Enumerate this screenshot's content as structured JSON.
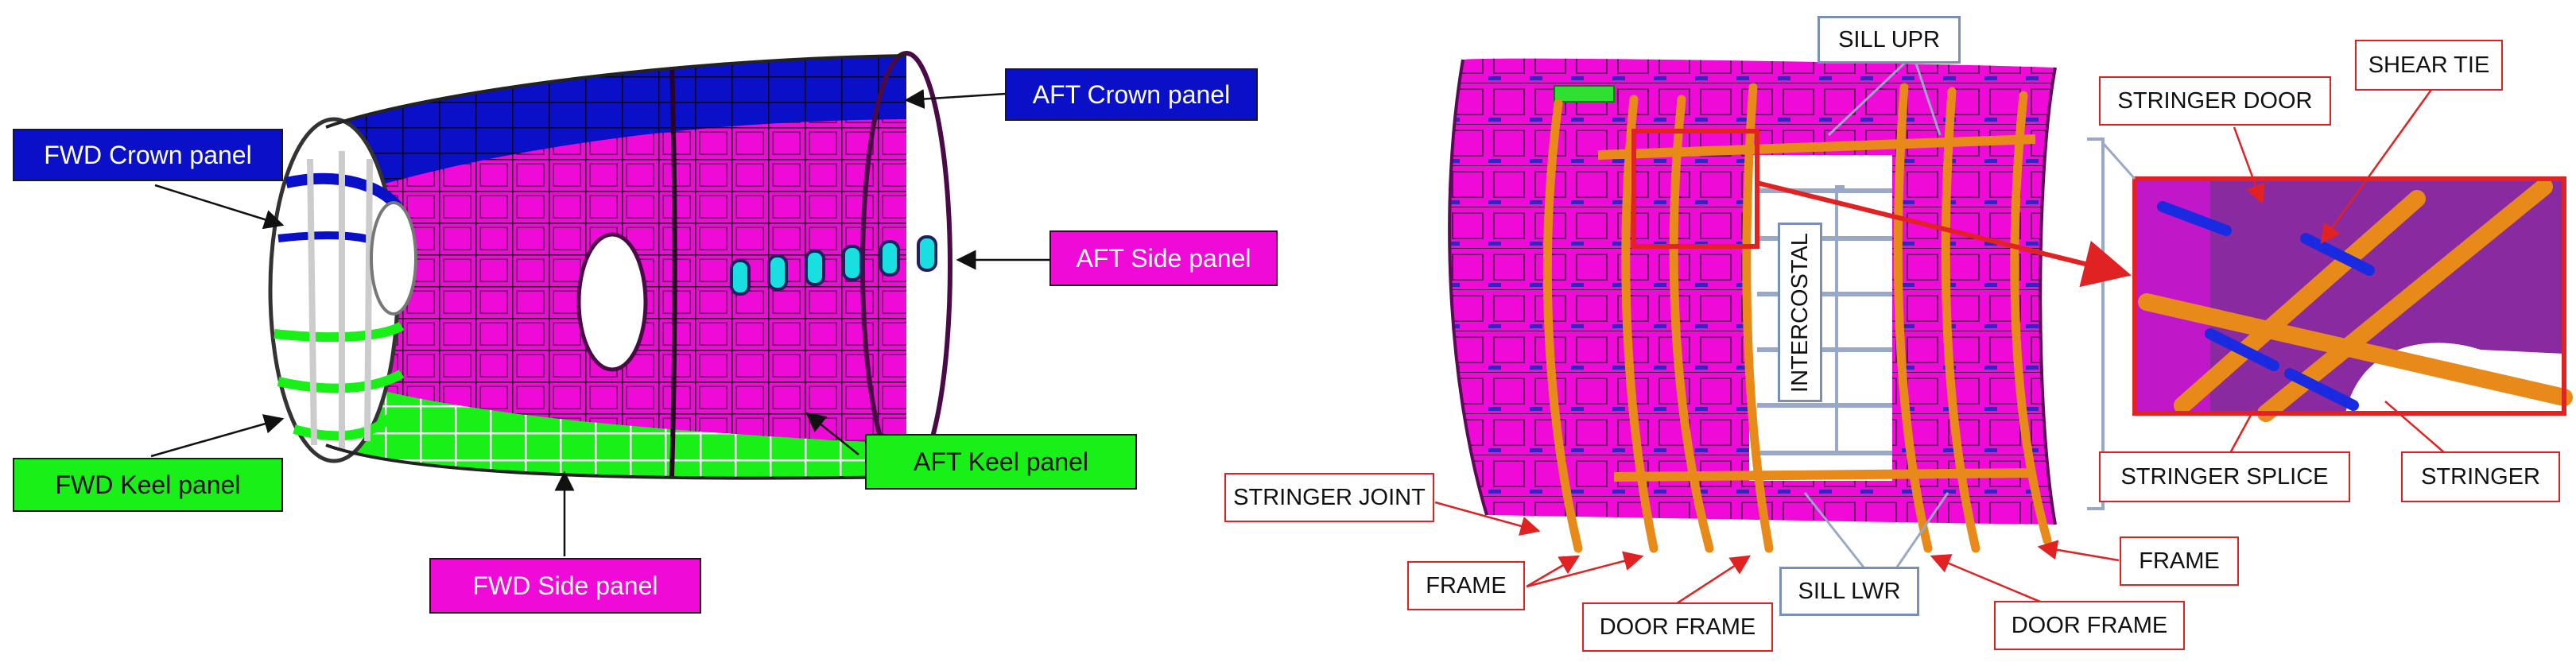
{
  "fuselage_labels": {
    "fwd_crown": "FWD Crown panel",
    "aft_crown": "AFT Crown panel",
    "aft_side": "AFT Side panel",
    "aft_keel": "AFT Keel panel",
    "fwd_keel": "FWD Keel panel",
    "fwd_side": "FWD Side panel"
  },
  "door_labels": {
    "sill_upr": "SILL UPR",
    "sill_lwr": "SILL LWR",
    "intercostal": "INTERCOSTAL",
    "stringer_joint": "STRINGER JOINT",
    "frame_left": "FRAME",
    "frame_right": "FRAME",
    "door_frame_left": "DOOR FRAME",
    "door_frame_right": "DOOR FRAME",
    "stringer_door": "STRINGER DOOR",
    "shear_tie": "SHEAR TIE",
    "stringer_splice": "STRINGER SPLICE",
    "stringer": "STRINGER"
  },
  "colors": {
    "crown_blue": "#0a10c8",
    "side_magenta": "#f00ad8",
    "keel_green": "#18f018",
    "frame_orange": "#e88a1a",
    "window_cyan": "#18e0e0",
    "callout_red": "#e02222",
    "callout_blue": "#7a8fb8"
  }
}
